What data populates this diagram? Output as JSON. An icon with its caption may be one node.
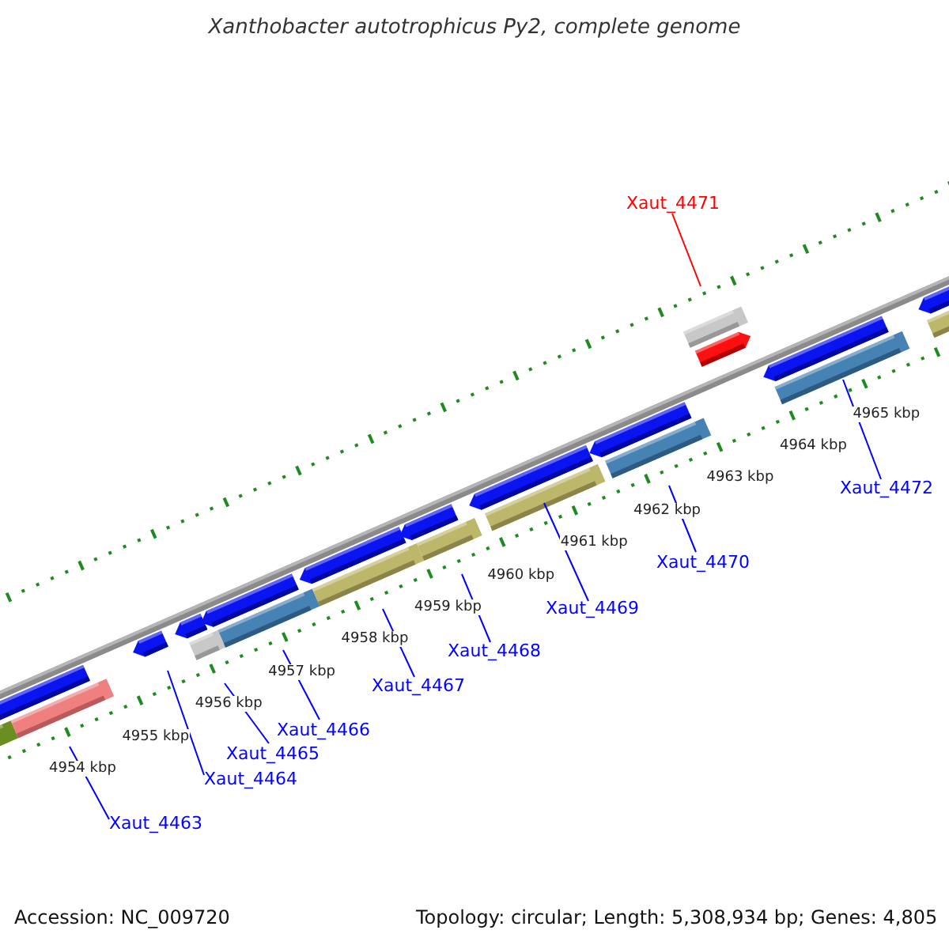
{
  "diagram": {
    "title": "Xanthobacter autotrophicus Py2, complete genome",
    "nodes": [
      {
        "text": [
          "Xaut_4463"
        ]
      },
      {
        "text": [
          "Xaut_4464"
        ]
      },
      {
        "text": [
          "Xaut_4465"
        ]
      },
      {
        "text": [
          "Xaut_4466"
        ]
      },
      {
        "text": [
          "Xaut_4467"
        ]
      },
      {
        "text": [
          "Xaut_4468"
        ]
      },
      {
        "text": [
          "Xaut_4469"
        ]
      },
      {
        "text": [
          "Xaut_4470"
        ]
      },
      {
        "text": [
          "Xaut_4471"
        ]
      },
      {
        "text": [
          "Xaut_4472"
        ]
      }
    ],
    "edges": [
      {
        "from": 0,
        "to": null,
        "arrow": "none"
      },
      {
        "from": 1,
        "to": null,
        "arrow": "none"
      },
      {
        "from": 2,
        "to": null,
        "arrow": "none"
      },
      {
        "from": 3,
        "to": null,
        "arrow": "none"
      },
      {
        "from": 4,
        "to": null,
        "arrow": "none"
      },
      {
        "from": 5,
        "to": null,
        "arrow": "none"
      },
      {
        "from": 6,
        "to": null,
        "arrow": "none"
      },
      {
        "from": 7,
        "to": null,
        "arrow": "none"
      },
      {
        "from": 8,
        "to": null,
        "arrow": "none",
        "color": "#ff0000"
      },
      {
        "from": 9,
        "to": null,
        "arrow": "none"
      }
    ],
    "labels": [
      "4954 kbp",
      "4955 kbp",
      "4956 kbp",
      "4957 kbp",
      "4958 kbp",
      "4959 kbp",
      "4960 kbp",
      "4961 kbp",
      "4962 kbp",
      "4963 kbp",
      "4964 kbp",
      "4965 kbp",
      "Accession: NC_009720",
      "Topology: circular; Length: 5,308,934 bp; Genes: 4,805"
    ]
  }
}
